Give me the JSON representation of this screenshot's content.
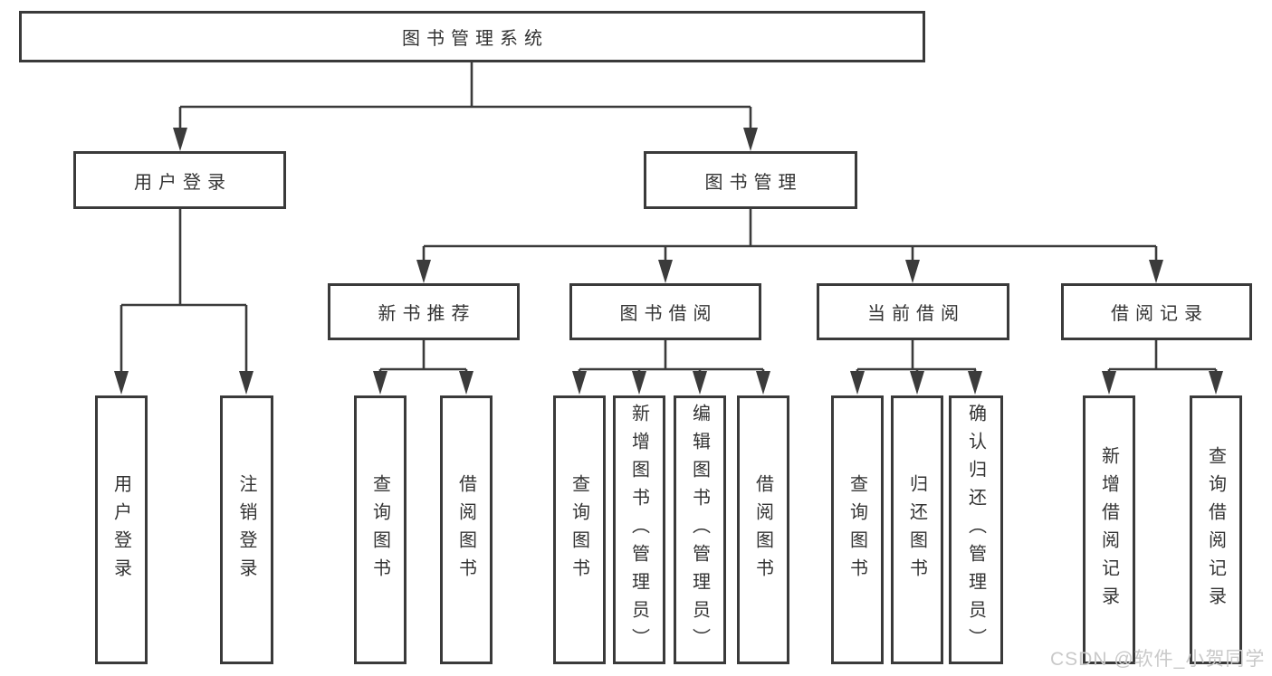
{
  "diagram": {
    "root": {
      "label": "图书管理系统"
    },
    "branches": [
      {
        "label": "用户登录",
        "children": [
          {
            "label": "用户登录"
          },
          {
            "label": "注销登录"
          }
        ]
      },
      {
        "label": "图书管理",
        "children": [
          {
            "label": "新书推荐",
            "children": [
              {
                "label": "查询图书"
              },
              {
                "label": "借阅图书"
              }
            ]
          },
          {
            "label": "图书借阅",
            "children": [
              {
                "label": "查询图书"
              },
              {
                "label": "新增图书（管理员）"
              },
              {
                "label": "编辑图书（管理员）"
              },
              {
                "label": "借阅图书"
              }
            ]
          },
          {
            "label": "当前借阅",
            "children": [
              {
                "label": "查询图书"
              },
              {
                "label": "归还图书"
              },
              {
                "label": "确认归还（管理员）"
              }
            ]
          },
          {
            "label": "借阅记录",
            "children": [
              {
                "label": "新增借阅记录"
              },
              {
                "label": "查询借阅记录"
              }
            ]
          }
        ]
      }
    ]
  },
  "watermark": {
    "text": "CSDN @软件_小贺同学"
  },
  "colors": {
    "line": "#3b3b3b",
    "border": "#3a3a3a",
    "text": "#333333",
    "watermark": "#c9c9c9",
    "background": "#ffffff"
  }
}
